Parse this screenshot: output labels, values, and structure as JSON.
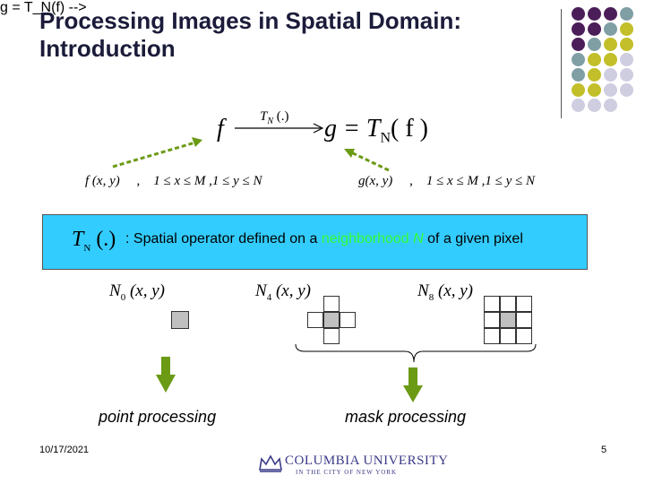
{
  "slide": {
    "title_line1": "Processing Images in Spatial Domain:",
    "title_line2": "Introduction",
    "date": "10/17/2021",
    "page_number": "5"
  },
  "colors": {
    "purple": "#4b1e5a",
    "teal": "#7f9fa5",
    "olive": "#c2bf2a",
    "lavender": "#cfcde0",
    "box_blue": "#33ccff",
    "highlight_green": "#33ff33",
    "arrow_green": "#6b9a15"
  },
  "equation": {
    "f": "f",
    "operator": "T",
    "operator_sub": "N",
    "operator_arg": "(.)",
    "result": "g = T",
    "result_sub": "N",
    "result_arg": "( f )"
  },
  "left_def": {
    "func": "f (x, y)",
    "sep": ",",
    "range": "1 ≤ x ≤ M ,1 ≤ y ≤ N"
  },
  "right_def": {
    "func": "g(x, y)",
    "sep": ",",
    "range": "1 ≤ x ≤ M ,1 ≤ y ≤ N"
  },
  "operator_box": {
    "symbol": "T",
    "symbol_sub": "N",
    "symbol_arg": "(.)",
    "text_before": ": Spatial operator defined on a ",
    "highlight": "neighborhood ",
    "highlight_italic": "N",
    "text_after": " of a given pixel"
  },
  "neighborhoods": [
    {
      "name": "N",
      "sub": "0",
      "arg": "(x, y)"
    },
    {
      "name": "N",
      "sub": "4",
      "arg": "(x, y)"
    },
    {
      "name": "N",
      "sub": "8",
      "arg": "(x, y)"
    }
  ],
  "labels": {
    "point": "point processing",
    "mask": "mask processing"
  },
  "logo": {
    "word": "COLUMBIA UNIVERSITY",
    "sub": "IN THE CITY OF NEW YORK"
  }
}
